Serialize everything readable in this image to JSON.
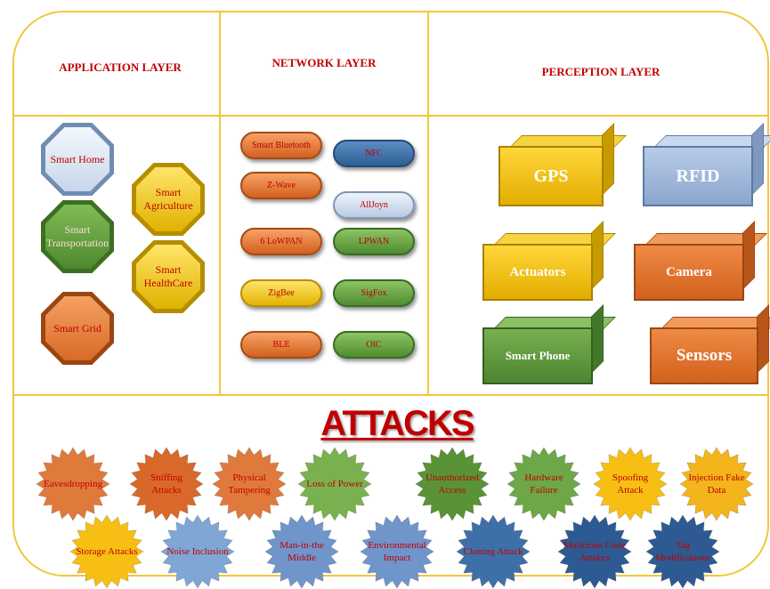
{
  "layers": {
    "application": "APPLICATION LAYER",
    "network": "NETWORK LAYER",
    "perception": "PERCEPTION LAYER"
  },
  "application_items": [
    {
      "label": "Smart Home",
      "color": "blue"
    },
    {
      "label": "Smart Agriculture",
      "color": "yellow"
    },
    {
      "label": "Smart Transportation",
      "color": "green"
    },
    {
      "label": "Smart HealthCare",
      "color": "yellow"
    },
    {
      "label": "Smart Grid",
      "color": "orange"
    }
  ],
  "network_items": [
    {
      "label": "Smart Bluetooth",
      "color": "orange"
    },
    {
      "label": "NFC",
      "color": "blue"
    },
    {
      "label": "Z-Wave",
      "color": "orange"
    },
    {
      "label": "AllJoyn",
      "color": "light"
    },
    {
      "label": "6 LoWPAN",
      "color": "orange"
    },
    {
      "label": "LPWAN",
      "color": "green"
    },
    {
      "label": "ZigBee",
      "color": "yellow"
    },
    {
      "label": "SigFox",
      "color": "green"
    },
    {
      "label": "BLE",
      "color": "orange"
    },
    {
      "label": "OIC",
      "color": "green"
    }
  ],
  "perception_items": [
    {
      "label": "GPS",
      "color": "yellow"
    },
    {
      "label": "RFID",
      "color": "blue"
    },
    {
      "label": "Actuators",
      "color": "yellow"
    },
    {
      "label": "Camera",
      "color": "orange"
    },
    {
      "label": "Smart Phone",
      "color": "green"
    },
    {
      "label": "Sensors",
      "color": "orange"
    }
  ],
  "attacks_title": "ATTACKS",
  "attacks": [
    {
      "label": "Eavesdropping",
      "color": "#e07a3c"
    },
    {
      "label": "Sniffing Attacks",
      "color": "#d9692a"
    },
    {
      "label": "Physical Tampering",
      "color": "#e07a3c"
    },
    {
      "label": "Loss of Power",
      "color": "#7ab14f"
    },
    {
      "label": "Unauthorized Access",
      "color": "#5a9236"
    },
    {
      "label": "Hardware Failure",
      "color": "#6ea748"
    },
    {
      "label": "Spoofing Attack",
      "color": "#f7bf14"
    },
    {
      "label": "Injection Fake Data",
      "color": "#f4b41c"
    },
    {
      "label": "Storage Attacks",
      "color": "#f7bf14"
    },
    {
      "label": "Noise Inclusion",
      "color": "#7fa6d4"
    },
    {
      "label": "Man-in-the Middle",
      "color": "#6f95cb"
    },
    {
      "label": "Environmental Impact",
      "color": "#6f95cb"
    },
    {
      "label": "Cloning Attack",
      "color": "#3f6fa8"
    },
    {
      "label": "Malicious Code Attakcs",
      "color": "#2e5a93"
    },
    {
      "label": "Tag Modifications",
      "color": "#2e5a93"
    }
  ]
}
